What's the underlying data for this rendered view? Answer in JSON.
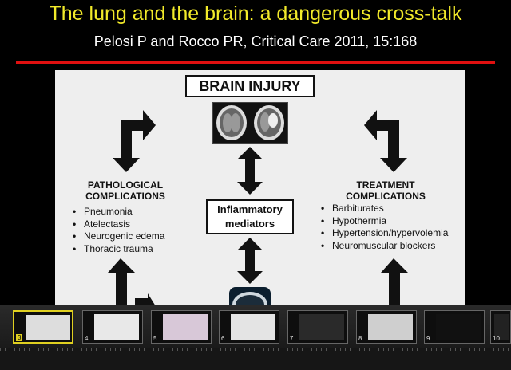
{
  "slide": {
    "title": "The lung and the brain: a dangerous cross-talk",
    "subtitle": "Pelosi P and Rocco PR,  Critical Care 2011, 15:168"
  },
  "diagram": {
    "top_box": "BRAIN INJURY",
    "center_box_line1": "Inflammatory",
    "center_box_line2": "mediators",
    "left": {
      "heading_line1": "PATHOLOGICAL",
      "heading_line2": "COMPLICATIONS",
      "bullet": "•",
      "items": [
        "Pneumonia",
        "Atelectasis",
        "Neurogenic edema",
        "Thoracic trauma"
      ]
    },
    "right": {
      "heading_line1": "TREATMENT",
      "heading_line2": "COMPLICATIONS",
      "bullet": "•",
      "items": [
        "Barbiturates",
        "Hypothermia",
        "Hypertension/hypervolemia",
        "Neuromuscular blockers"
      ]
    }
  },
  "filmstrip": {
    "active_index": 3,
    "thumbnails": [
      {
        "num": "3"
      },
      {
        "num": "4"
      },
      {
        "num": "5"
      },
      {
        "num": "6"
      },
      {
        "num": "7"
      },
      {
        "num": "8"
      },
      {
        "num": "9"
      },
      {
        "num": "10"
      }
    ]
  },
  "icons": {
    "brain-scan": "brain-ct-scan-image",
    "lung-scan": "lung-ct-scan-image"
  }
}
